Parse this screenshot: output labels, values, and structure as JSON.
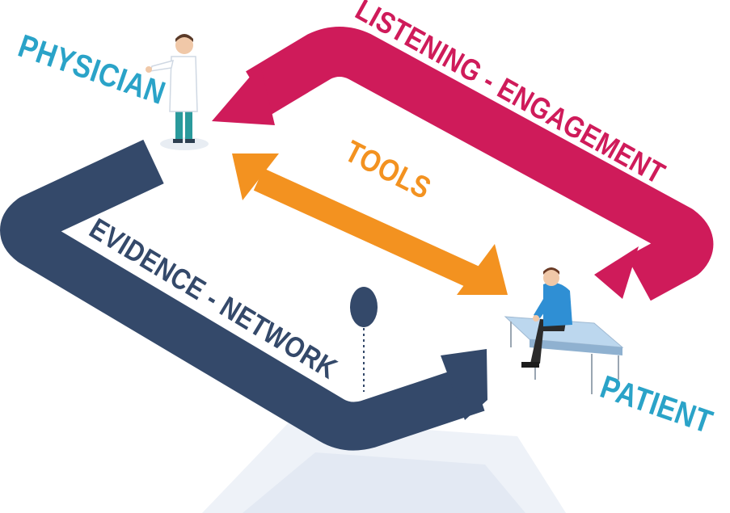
{
  "labels": {
    "physician": "PHYSICIAN",
    "patient": "PATIENT",
    "listening": "LISTENING - ENGAGEMENT",
    "tools": "TOOLS",
    "evidence": "EVIDENCE - NETWORK"
  },
  "colors": {
    "listening_arrow": "#cf1b5a",
    "tools_arrow": "#f39220",
    "evidence_arrow": "#34496a",
    "role_label": "#2aa3c8",
    "floor_shadow": "#e3e9f3",
    "physician_coat": "#ffffff",
    "physician_pants": "#2a9a9c",
    "patient_shirt": "#2f8fd4",
    "patient_pants": "#2b2b2b",
    "bench_top": "#bcd7ee"
  },
  "icons": {
    "physician": "doctor-figure-icon",
    "patient": "seated-patient-icon",
    "bench": "exam-bench-icon",
    "marker": "location-pin-icon"
  }
}
